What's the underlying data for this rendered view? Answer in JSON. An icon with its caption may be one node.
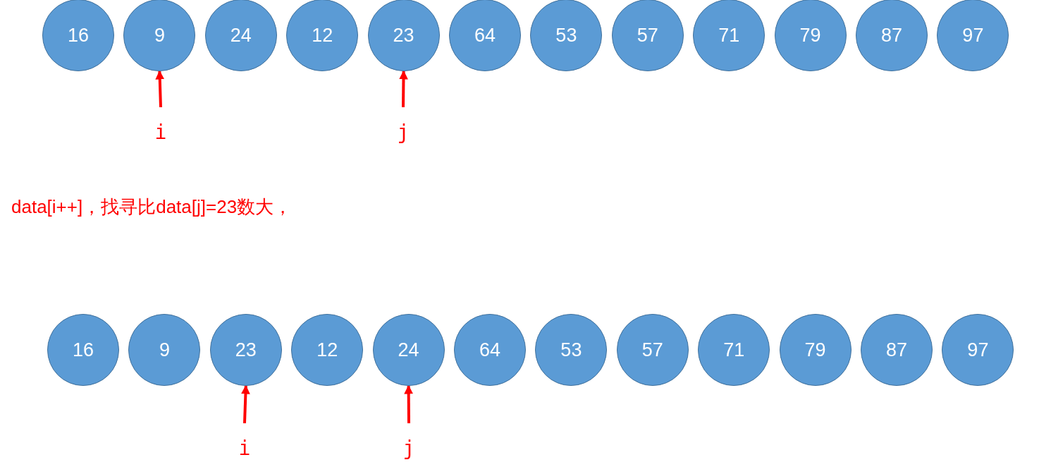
{
  "diagram": {
    "nodes": [
      {
        "text": [
          "16"
        ]
      },
      {
        "text": [
          "9"
        ]
      },
      {
        "text": [
          "24"
        ]
      },
      {
        "text": [
          "12"
        ]
      },
      {
        "text": [
          "23"
        ]
      },
      {
        "text": [
          "64"
        ]
      },
      {
        "text": [
          "53"
        ]
      },
      {
        "text": [
          "57"
        ]
      },
      {
        "text": [
          "71"
        ]
      },
      {
        "text": [
          "79"
        ]
      },
      {
        "text": [
          "87"
        ]
      },
      {
        "text": [
          "97"
        ]
      },
      {
        "text": [
          "i"
        ]
      },
      {
        "text": [
          "j"
        ]
      },
      {
        "text": [
          "16"
        ]
      },
      {
        "text": [
          "9"
        ]
      },
      {
        "text": [
          "23"
        ]
      },
      {
        "text": [
          "12"
        ]
      },
      {
        "text": [
          "24"
        ]
      },
      {
        "text": [
          "64"
        ]
      },
      {
        "text": [
          "53"
        ]
      },
      {
        "text": [
          "57"
        ]
      },
      {
        "text": [
          "71"
        ]
      },
      {
        "text": [
          "79"
        ]
      },
      {
        "text": [
          "87"
        ]
      },
      {
        "text": [
          "97"
        ]
      },
      {
        "text": [
          "i"
        ]
      },
      {
        "text": [
          "j"
        ]
      }
    ],
    "edges": [
      {
        "from": 12,
        "to": 1,
        "arrow": "to"
      },
      {
        "from": 13,
        "to": 4,
        "arrow": "to"
      },
      {
        "from": 26,
        "to": 16,
        "arrow": "to"
      },
      {
        "from": 27,
        "to": 18,
        "arrow": "to"
      }
    ],
    "labels": [
      "data[i++]，找寻比data[j]=23数大，"
    ]
  }
}
